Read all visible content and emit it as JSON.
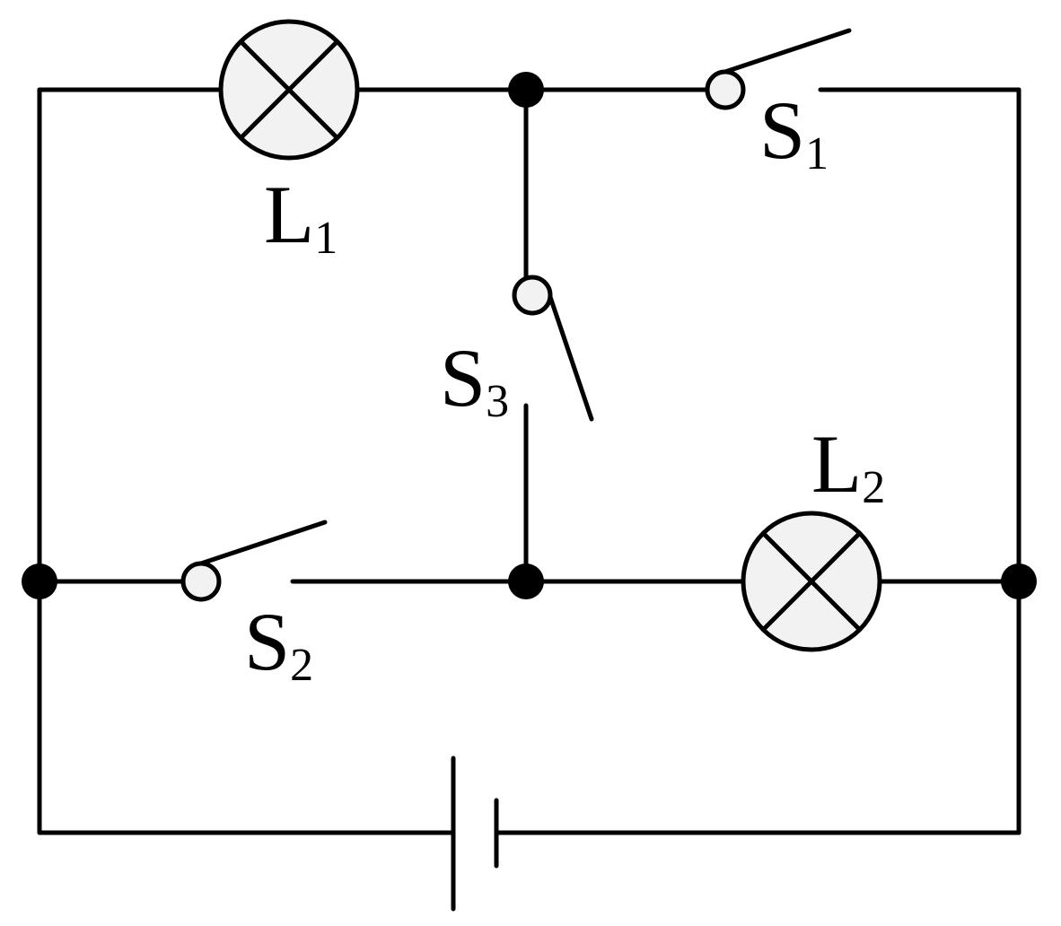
{
  "components": {
    "L1": {
      "letter": "L",
      "sub": "1"
    },
    "L2": {
      "letter": "L",
      "sub": "2"
    },
    "S1": {
      "letter": "S",
      "sub": "1"
    },
    "S2": {
      "letter": "S",
      "sub": "2"
    },
    "S3": {
      "letter": "S",
      "sub": "3"
    }
  }
}
